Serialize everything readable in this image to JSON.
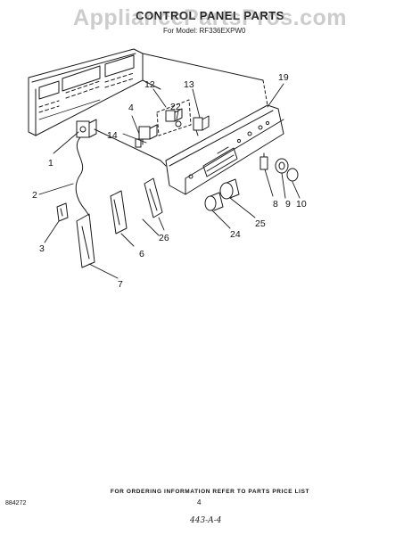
{
  "header": {
    "title": "CONTROL PANEL PARTS",
    "model": "For Model: RF336EXPW0",
    "watermark": "AppliancePartsPros.com"
  },
  "callouts": [
    {
      "id": "1",
      "label": "1"
    },
    {
      "id": "2",
      "label": "2"
    },
    {
      "id": "3",
      "label": "3"
    },
    {
      "id": "4",
      "label": "4"
    },
    {
      "id": "6",
      "label": "6"
    },
    {
      "id": "7",
      "label": "7"
    },
    {
      "id": "8",
      "label": "8"
    },
    {
      "id": "9",
      "label": "9"
    },
    {
      "id": "10",
      "label": "10"
    },
    {
      "id": "12",
      "label": "12"
    },
    {
      "id": "13",
      "label": "13"
    },
    {
      "id": "14",
      "label": "14"
    },
    {
      "id": "19",
      "label": "19"
    },
    {
      "id": "22",
      "label": "22"
    },
    {
      "id": "24",
      "label": "24"
    },
    {
      "id": "25",
      "label": "25"
    },
    {
      "id": "26",
      "label": "26"
    }
  ],
  "footer": {
    "note": "FOR ORDERING INFORMATION REFER TO PARTS PRICE LIST",
    "doc_number": "884272",
    "page_number": "4",
    "handwritten": "443-A-4"
  },
  "colors": {
    "line": "#1a1a1a",
    "background": "#ffffff",
    "watermark": "#8a8a8a"
  }
}
